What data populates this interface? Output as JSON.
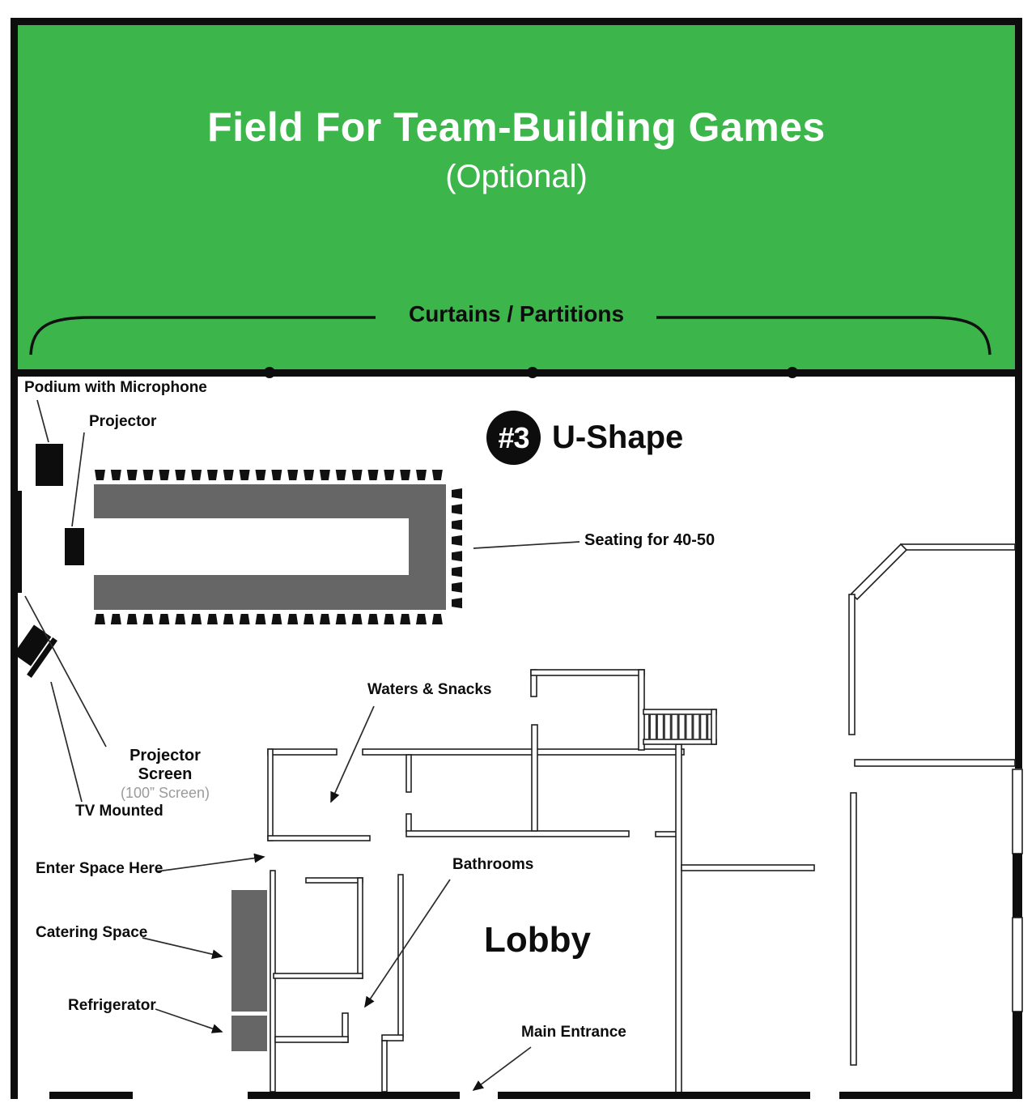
{
  "header": {
    "title": "Field For Team-Building Games",
    "subtitle": "(Optional)",
    "curtains": "Curtains / Partitions"
  },
  "setup": {
    "number": "#3",
    "name": "U-Shape",
    "seating": "Seating for 40-50"
  },
  "labels": {
    "podium": "Podium with Microphone",
    "projector": "Projector",
    "projector_screen": "Projector Screen",
    "projector_screen_size": "(100” Screen)",
    "tv_mounted": "TV Mounted",
    "waters_snacks": "Waters & Snacks",
    "enter_space": "Enter Space Here",
    "catering_space": "Catering Space",
    "refrigerator": "Refrigerator",
    "bathrooms": "Bathrooms",
    "lobby": "Lobby",
    "main_entrance": "Main Entrance"
  },
  "colors": {
    "field_green": "#3cb54b",
    "table_gray": "#666667",
    "wall_black": "#0d0d0d",
    "muted_text": "#9b9b9b"
  }
}
